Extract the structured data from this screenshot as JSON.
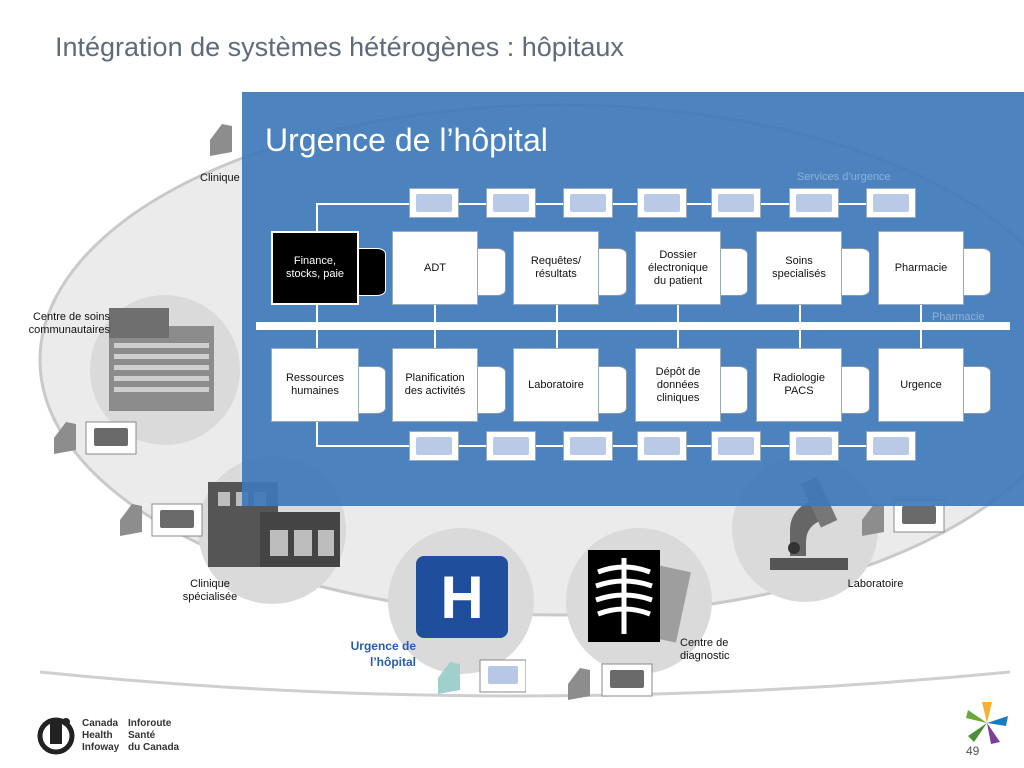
{
  "slide": {
    "title": "Intégration de systèmes hétérogènes : hôpitaux",
    "page_number": "49"
  },
  "background_labels": {
    "clinique": "Clinique",
    "centre_soins": "Centre de soins\ncommunautaires",
    "clinique_specialisee": "Clinique\nspécialisée",
    "urgence_hopital": "Urgence de\nl’hôpital",
    "centre_diagnostic": "Centre de\ndiagnostic",
    "laboratoire": "Laboratoire",
    "services_urgence": "Services d’urgence",
    "pharmacie": "Pharmacie"
  },
  "overlay": {
    "title": "Urgence de l’hôpital",
    "top_systems": [
      "Finance,\nstocks, paie",
      "ADT",
      "Requêtes/\nrésultats",
      "Dossier\nélectronique\ndu patient",
      "Soins\nspecialisés",
      "Pharmacie"
    ],
    "bottom_systems": [
      "Ressources\nhumaines",
      "Planification\ndes activités",
      "Laboratoire",
      "Dépôt de\ndonnées\ncliniques",
      "Radiologie\nPACS",
      "Urgence"
    ]
  },
  "icons": {
    "hospital_letter": "H"
  },
  "footer": {
    "logo_en": "Canada\nHealth\nInfoway",
    "logo_fr": "Inforoute\nSanté\ndu Canada"
  },
  "colors": {
    "overlay": "#3e7aba",
    "hospital_sign": "#1f4f9c",
    "highlight_label": "#2a5ca8"
  }
}
